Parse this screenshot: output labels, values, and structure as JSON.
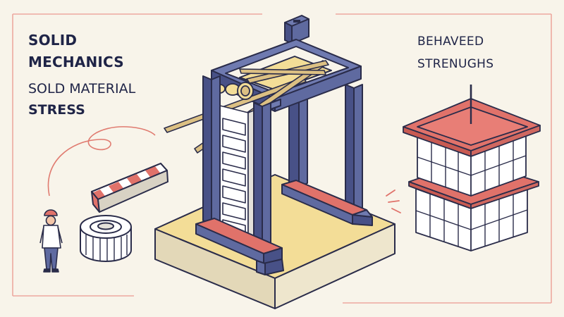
{
  "left_labels": {
    "line1": "SOLID",
    "line2": "MECHANICS",
    "line3": "SOLD MATERIAL",
    "line4": "STRESS"
  },
  "right_labels": {
    "line1": "BEHAVEED",
    "line2": "STRENUGHS"
  },
  "colors": {
    "background": "#f8f4ea",
    "outline": "#2a2c4a",
    "frame_blue": "#5f6aa0",
    "frame_blue_dark": "#485187",
    "accent_red": "#e0726a",
    "base_yellow": "#f3dd97",
    "base_side": "#e3d8b8",
    "rod_tan": "#dcc083",
    "divider_rule": "#eda89f"
  },
  "icons": {
    "engineer": "person-with-hardhat-icon",
    "ring_specimen": "cylinder-specimen-icon",
    "striped_beam": "hazard-striped-beam-icon",
    "cube_stack": "stacked-cube-block-icon"
  }
}
